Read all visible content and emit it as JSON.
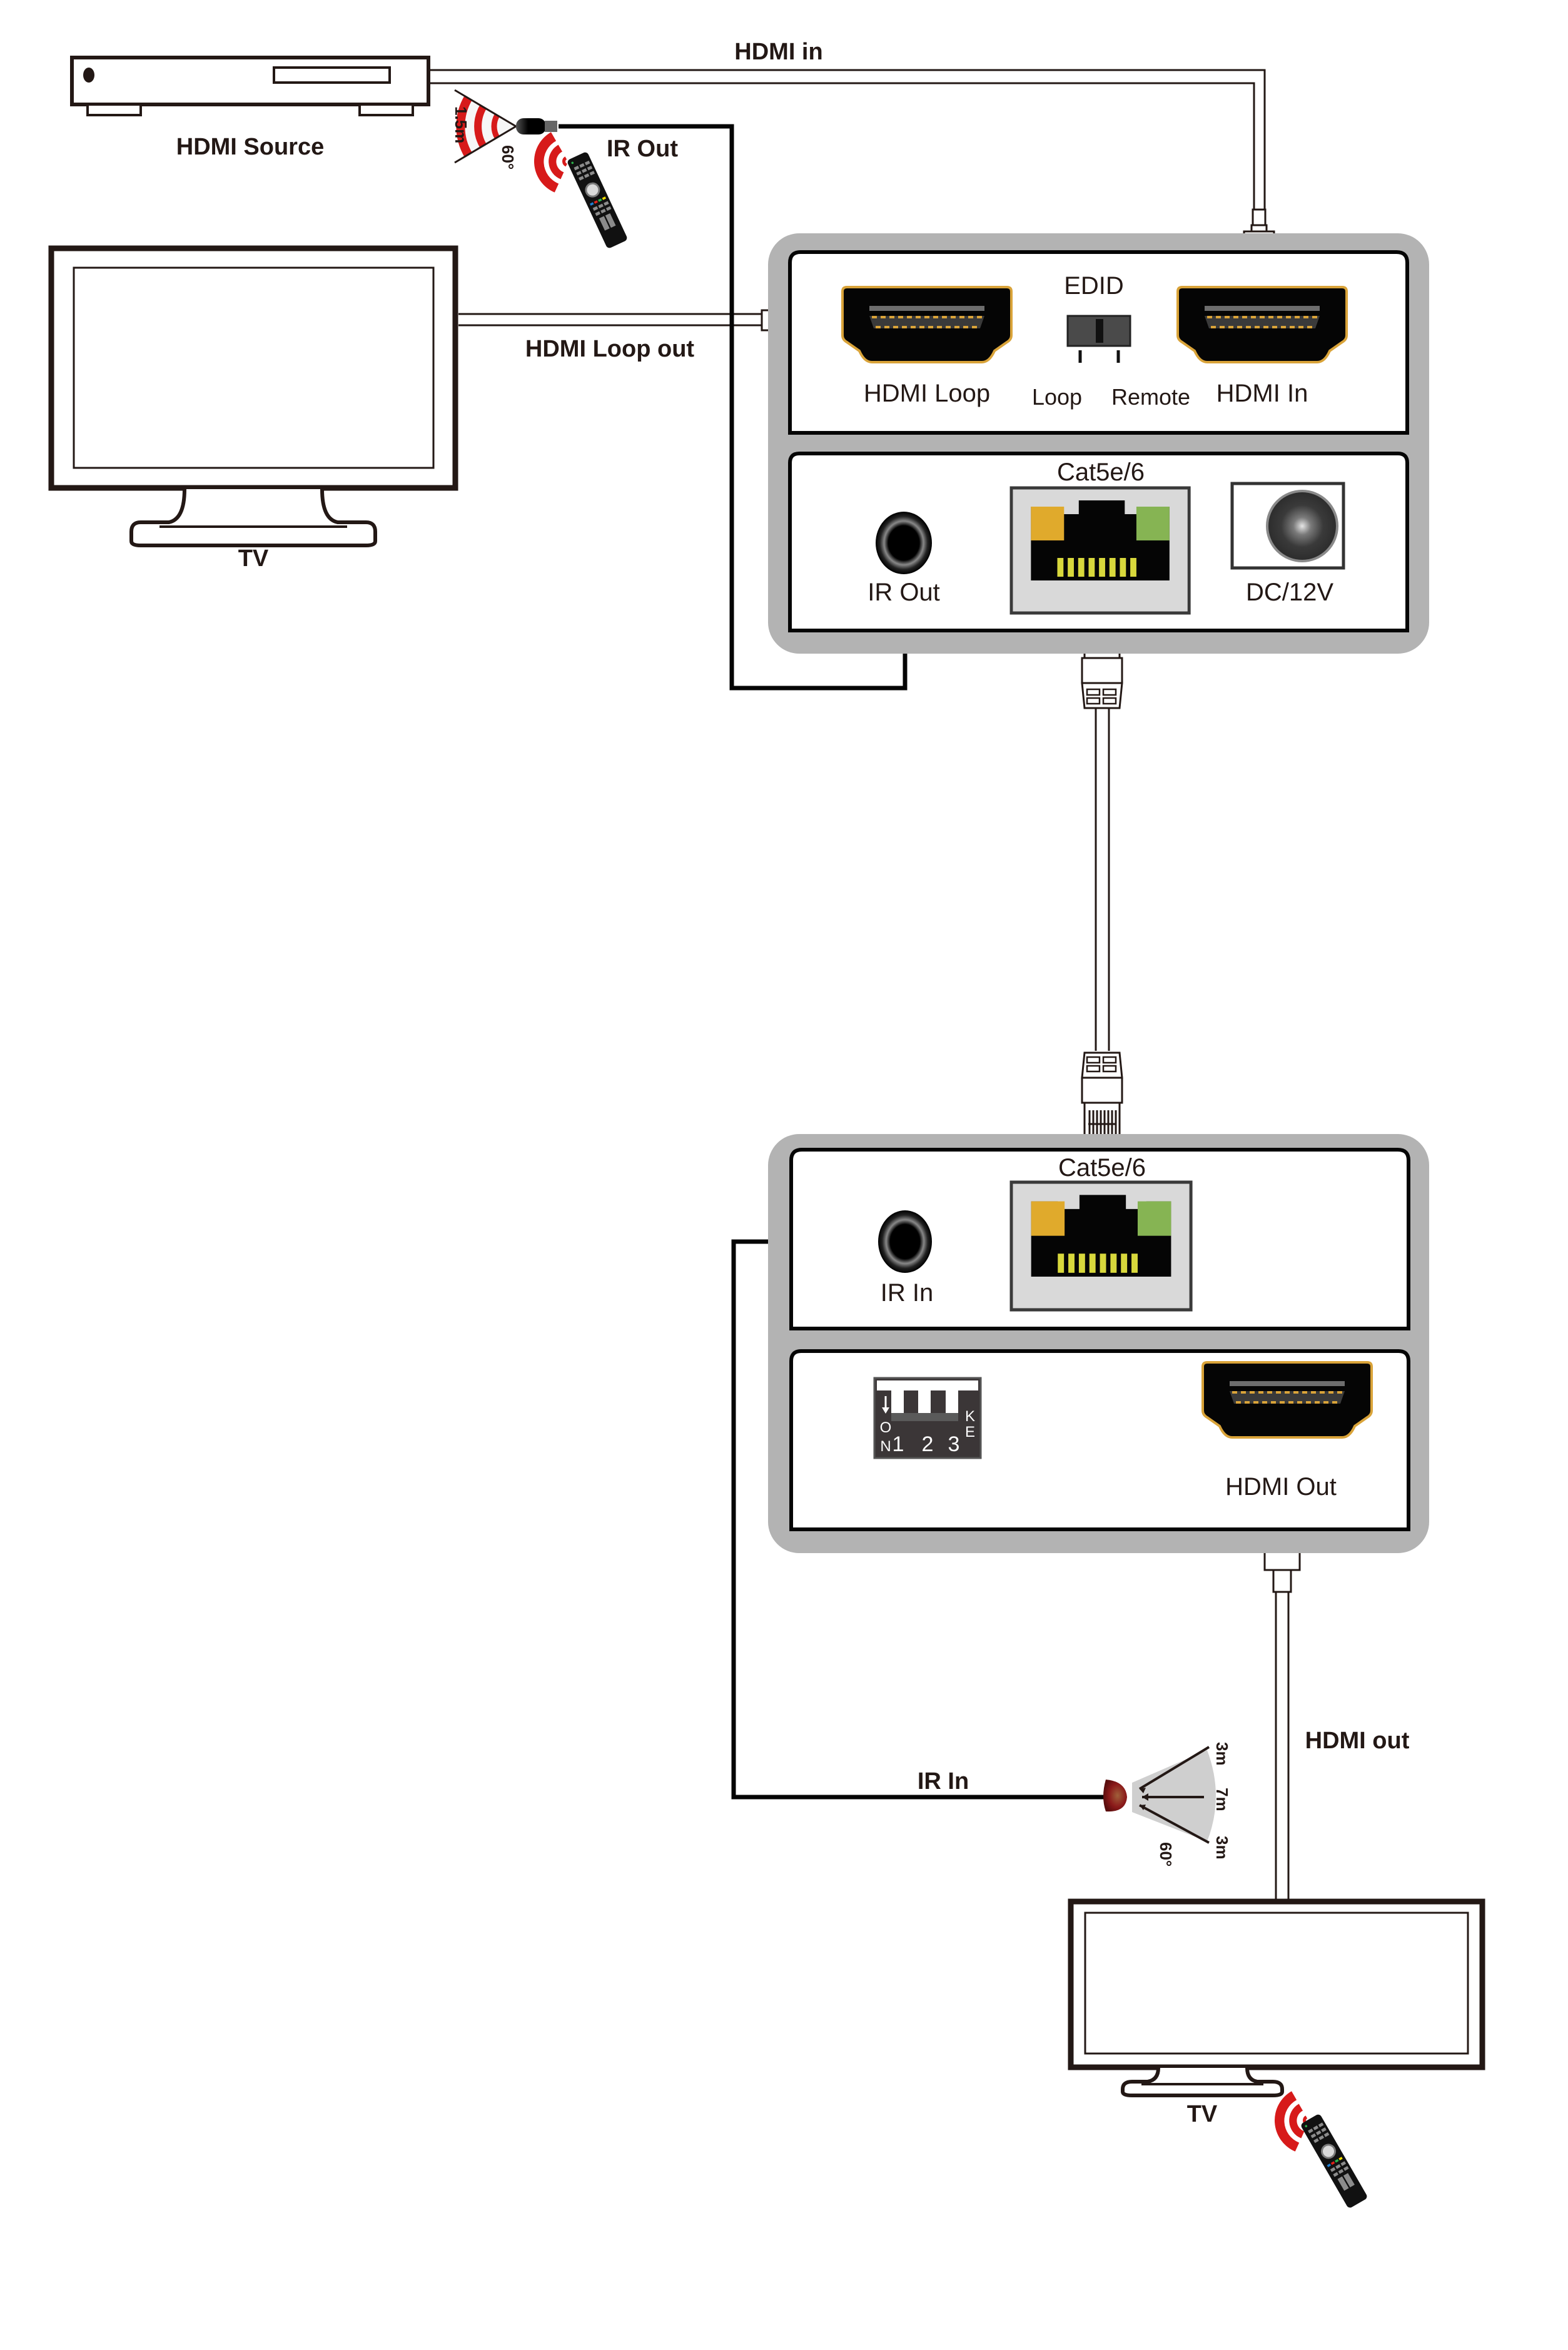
{
  "diagram": {
    "title": "HDMI Extender over Cat5e/6 connection diagram",
    "colors": {
      "line": "#231815",
      "chassis": "#b3b3b3",
      "panel": "#ffffff",
      "port_black": "#050505",
      "port_gold": "#d9a339",
      "rj45_body": "#d9d9d9",
      "led_amber": "#e0aa2c",
      "led_green": "#86b453",
      "rj45_pins": "#d8d83c",
      "ir_red": "#d71a1a",
      "ir_receiver": "#8b1a1a",
      "ir_zone": "#cfcfcf",
      "remote_body": "#111111",
      "remote_keys": "#8c8c8c"
    }
  },
  "source": {
    "label": "HDMI Source",
    "icon": "set-top-box-icon"
  },
  "local_tv": {
    "label": "TV",
    "icon": "tv-icon"
  },
  "remote_tv": {
    "label": "TV",
    "icon": "tv-icon"
  },
  "cables": {
    "hdmi_in": "HDMI in",
    "hdmi_loop_out": "HDMI Loop out",
    "ir_out": "IR Out",
    "ir_in": "IR In",
    "hdmi_out": "HDMI out"
  },
  "ir_emitter": {
    "range": "1.5m",
    "angle": "60°",
    "icon": "ir-emitter-icon"
  },
  "ir_receiver": {
    "range_top": "3m",
    "range_center": "7m",
    "range_bottom": "3m",
    "angle": "60°",
    "icon": "ir-receiver-icon"
  },
  "transmitter": {
    "front_panel": {
      "ports": [
        {
          "label": "HDMI Loop",
          "icon": "hdmi-port-icon"
        },
        {
          "label": "HDMI In",
          "icon": "hdmi-port-icon"
        }
      ],
      "edid": {
        "title": "EDID",
        "options": [
          "Loop",
          "Remote"
        ],
        "icon": "slide-switch-icon"
      }
    },
    "rear_panel": {
      "ports": [
        {
          "label": "IR Out",
          "icon": "audio-jack-icon"
        },
        {
          "label": "Cat5e/6",
          "icon": "rj45-port-icon"
        },
        {
          "label": "DC/12V",
          "icon": "dc-jack-icon"
        }
      ]
    }
  },
  "receiver": {
    "top_panel": {
      "ports": [
        {
          "label": "IR In",
          "icon": "audio-jack-icon"
        },
        {
          "label": "Cat5e/6",
          "icon": "rj45-port-icon"
        }
      ]
    },
    "bottom_panel": {
      "dip_switch": {
        "on_label_top": "O",
        "on_label_bottom": "N",
        "positions": [
          "1",
          "2",
          "3"
        ],
        "key_label_top": "K",
        "key_label_bottom": "E",
        "icon": "dip-switch-icon"
      },
      "ports": [
        {
          "label": "HDMI Out",
          "icon": "hdmi-port-icon"
        }
      ]
    }
  }
}
